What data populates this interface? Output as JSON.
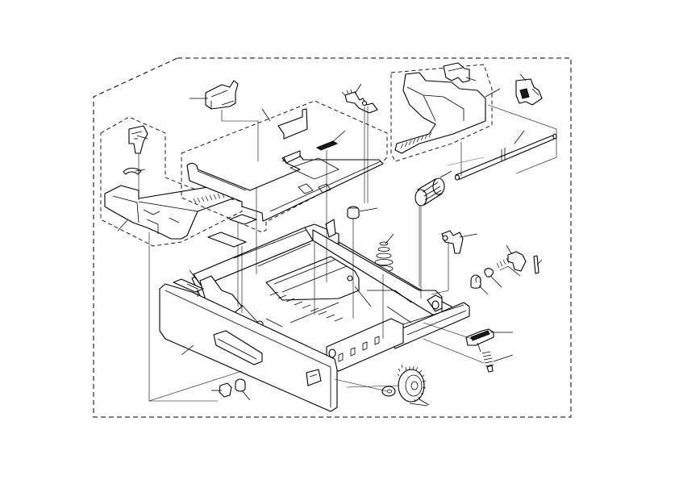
{
  "diagram": {
    "callouts": [
      {
        "id": "feed-roller"
      },
      {
        "id": "side-fence-left"
      },
      {
        "id": "side-fence-right"
      },
      {
        "id": "end-fence"
      },
      {
        "id": "paper-size-actuator"
      },
      {
        "id": "bottom-plate"
      },
      {
        "id": "tray-body"
      },
      {
        "id": "front-cover"
      },
      {
        "id": "bottom-plate-spring"
      },
      {
        "id": "drive-gear"
      },
      {
        "id": "release-lever"
      },
      {
        "id": "tray-shaft"
      },
      {
        "id": "stopper"
      },
      {
        "id": "pad-holder"
      },
      {
        "id": "pad-spring"
      }
    ]
  }
}
